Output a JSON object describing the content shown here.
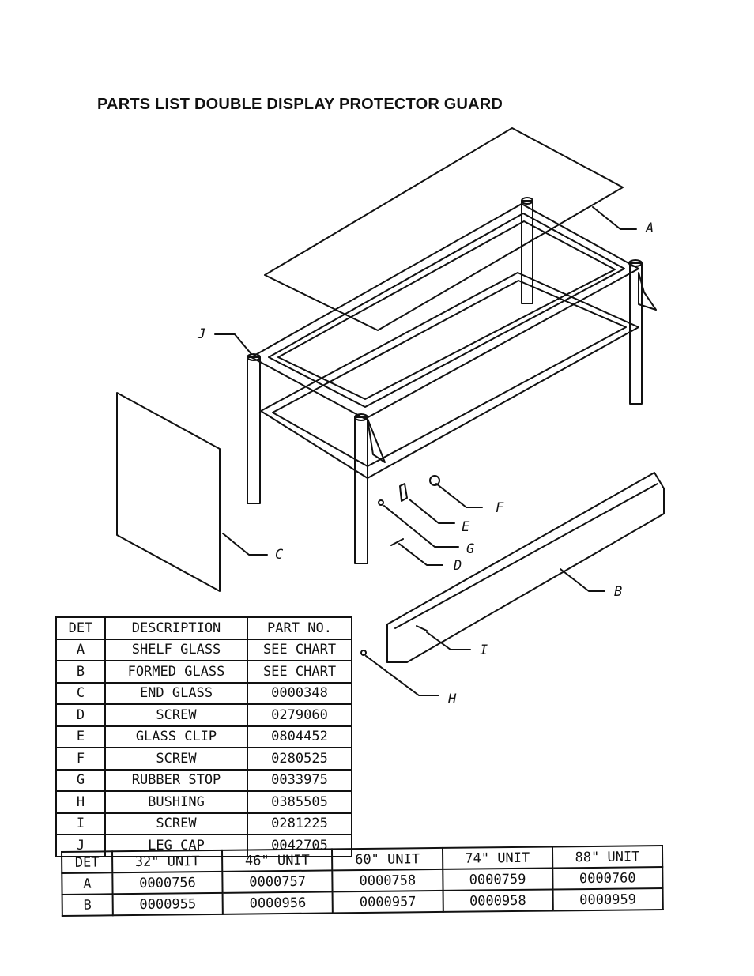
{
  "document": {
    "title": "PARTS LIST DOUBLE DISPLAY PROTECTOR GUARD"
  },
  "callouts": [
    "A",
    "B",
    "C",
    "D",
    "E",
    "F",
    "G",
    "H",
    "I",
    "J"
  ],
  "parts_table": {
    "headers": [
      "DET",
      "DESCRIPTION",
      "PART NO."
    ],
    "rows": [
      [
        "A",
        "SHELF GLASS",
        "SEE CHART"
      ],
      [
        "B",
        "FORMED GLASS",
        "SEE CHART"
      ],
      [
        "C",
        "END GLASS",
        "0000348"
      ],
      [
        "D",
        "SCREW",
        "0279060"
      ],
      [
        "E",
        "GLASS CLIP",
        "0804452"
      ],
      [
        "F",
        "SCREW",
        "0280525"
      ],
      [
        "G",
        "RUBBER STOP",
        "0033975"
      ],
      [
        "H",
        "BUSHING",
        "0385505"
      ],
      [
        "I",
        "SCREW",
        "0281225"
      ],
      [
        "J",
        "LEG CAP",
        "0042705"
      ]
    ]
  },
  "unit_table": {
    "headers": [
      "DET",
      "32\" UNIT",
      "46\" UNIT",
      "60\" UNIT",
      "74\" UNIT",
      "88\" UNIT"
    ],
    "rows": [
      [
        "A",
        "0000756",
        "0000757",
        "0000758",
        "0000759",
        "0000760"
      ],
      [
        "B",
        "0000955",
        "0000956",
        "0000957",
        "0000958",
        "0000959"
      ]
    ]
  }
}
